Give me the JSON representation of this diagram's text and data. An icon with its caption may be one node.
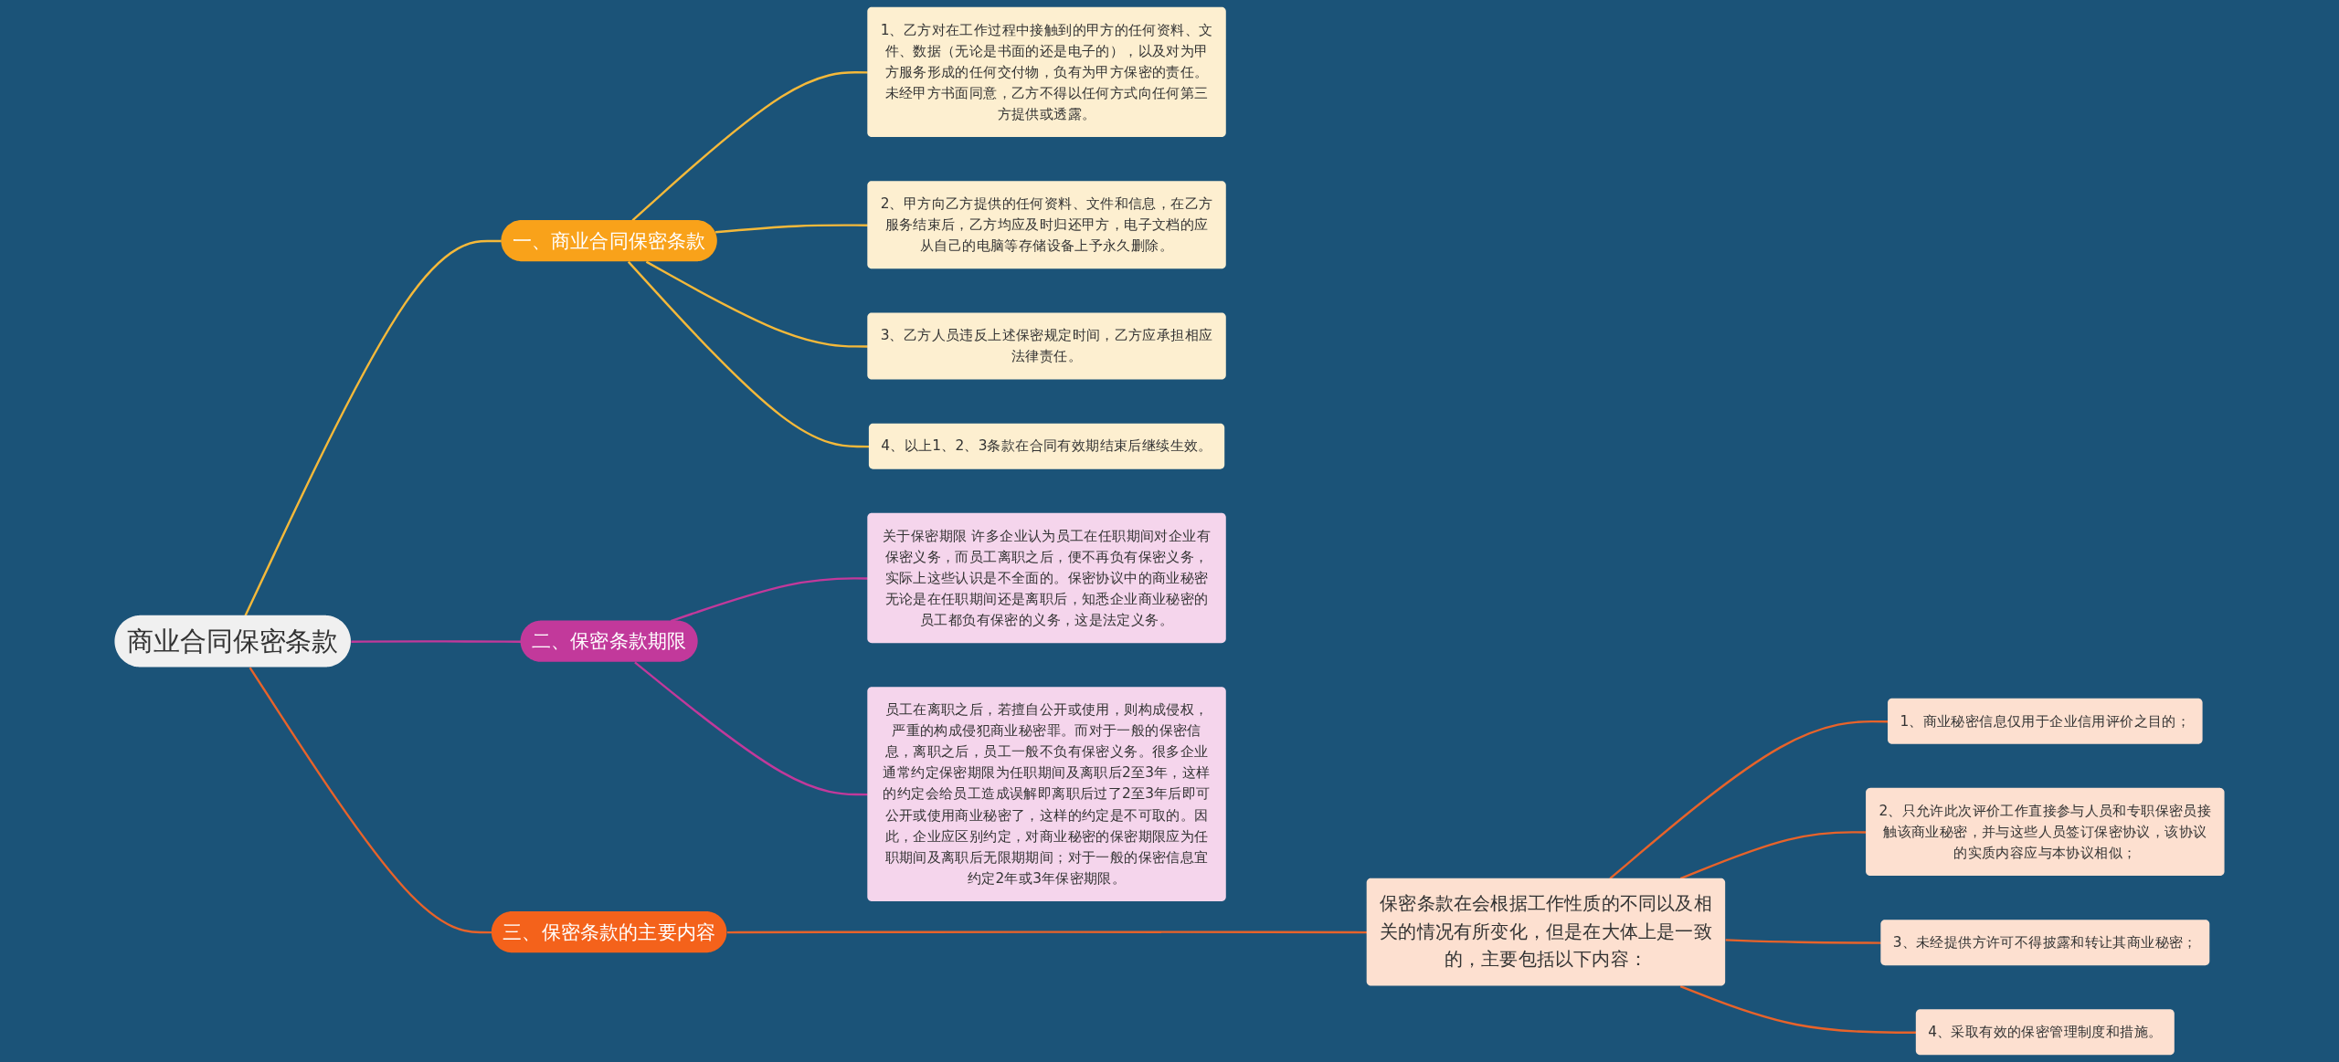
{
  "diagram": {
    "nodes": [
      {
        "text": [
          "商业合同保密条款"
        ]
      },
      {
        "text": [
          "一、商业合同保密条款"
        ]
      },
      {
        "text": [
          "1、乙方对在工作过程中接触到的甲方的任何资料、文件、数据（无论是书面的还是电子的），以及对为甲方服务形成的任何交付物，负有为甲方保密的责任。未经甲方书面同意，乙方不得以任何方式向任何第三方提供或透露。"
        ]
      },
      {
        "text": [
          "2、甲方向乙方提供的任何资料、文件和信息，在乙方服务结束后，乙方均应及时归还甲方，电子文档的应从自己的电脑等存储设备上予永久删除。"
        ]
      },
      {
        "text": [
          "3、乙方人员违反上述保密规定时间，乙方应承担相应法律责任。"
        ]
      },
      {
        "text": [
          "4、以上1、2、3条款在合同有效期结束后继续生效。"
        ]
      },
      {
        "text": [
          "二、保密条款期限"
        ]
      },
      {
        "text": [
          "关于保密期限 许多企业认为员工在任职期间对企业有保密义务，而员工离职之后，便不再负有保密义务，实际上这些认识是不全面的。保密协议中的商业秘密无论是在任职期间还是离职后，知悉企业商业秘密的员工都负有保密的义务，这是法定义务。"
        ]
      },
      {
        "text": [
          "员工在离职之后，若擅自公开或使用，则构成侵权，严重的构成侵犯商业秘密罪。而对于一般的保密信息，离职之后，员工一般不负有保密义务。很多企业通常约定保密期限为任职期间及离职后2至3年，这样的约定会给员工造成误解即离职后过了2至3年后即可公开或使用商业秘密了，这样的约定是不可取的。因此，企业应区别约定，对商业秘密的保密期限应为任职期间及离职后无限期期间；对于一般的保密信息宜约定2年或3年保密期限。"
        ]
      },
      {
        "text": [
          "三、保密条款的主要内容"
        ]
      },
      {
        "text": [
          "保密条款在会根据工作性质的不同以及相关的情况有所变化，但是在大体上是一致的，主要包括以下内容："
        ]
      },
      {
        "text": [
          "1、商业秘密信息仅用于企业信用评价之目的；"
        ]
      },
      {
        "text": [
          "2、只允许此次评价工作直接参与人员和专职保密员接触该商业秘密，并与这些人员签订保密协议，该协议的实质内容应与本协议相似；"
        ]
      },
      {
        "text": [
          "3、未经提供方许可不得披露和转让其商业秘密；"
        ]
      },
      {
        "text": [
          "4、采取有效的保密管理制度和措施。"
        ]
      }
    ],
    "edges": [
      {
        "from": 0,
        "to": 1,
        "arrow": "none",
        "color": "#f5b93a"
      },
      {
        "from": 1,
        "to": 2,
        "arrow": "none",
        "color": "#f5b93a"
      },
      {
        "from": 1,
        "to": 3,
        "arrow": "none",
        "color": "#f5b93a"
      },
      {
        "from": 1,
        "to": 4,
        "arrow": "none",
        "color": "#f5b93a"
      },
      {
        "from": 1,
        "to": 5,
        "arrow": "none",
        "color": "#f5b93a"
      },
      {
        "from": 0,
        "to": 6,
        "arrow": "none",
        "color": "#c2399b"
      },
      {
        "from": 6,
        "to": 7,
        "arrow": "none",
        "color": "#c2399b"
      },
      {
        "from": 6,
        "to": 8,
        "arrow": "none",
        "color": "#c2399b"
      },
      {
        "from": 0,
        "to": 9,
        "arrow": "none"
      },
      {
        "from": 9,
        "to": 10,
        "arrow": "none"
      },
      {
        "from": 10,
        "to": 11,
        "arrow": "none"
      },
      {
        "from": 10,
        "to": 12,
        "arrow": "none"
      },
      {
        "from": 10,
        "to": 13,
        "arrow": "none"
      },
      {
        "from": 10,
        "to": 14,
        "arrow": "none"
      }
    ]
  }
}
